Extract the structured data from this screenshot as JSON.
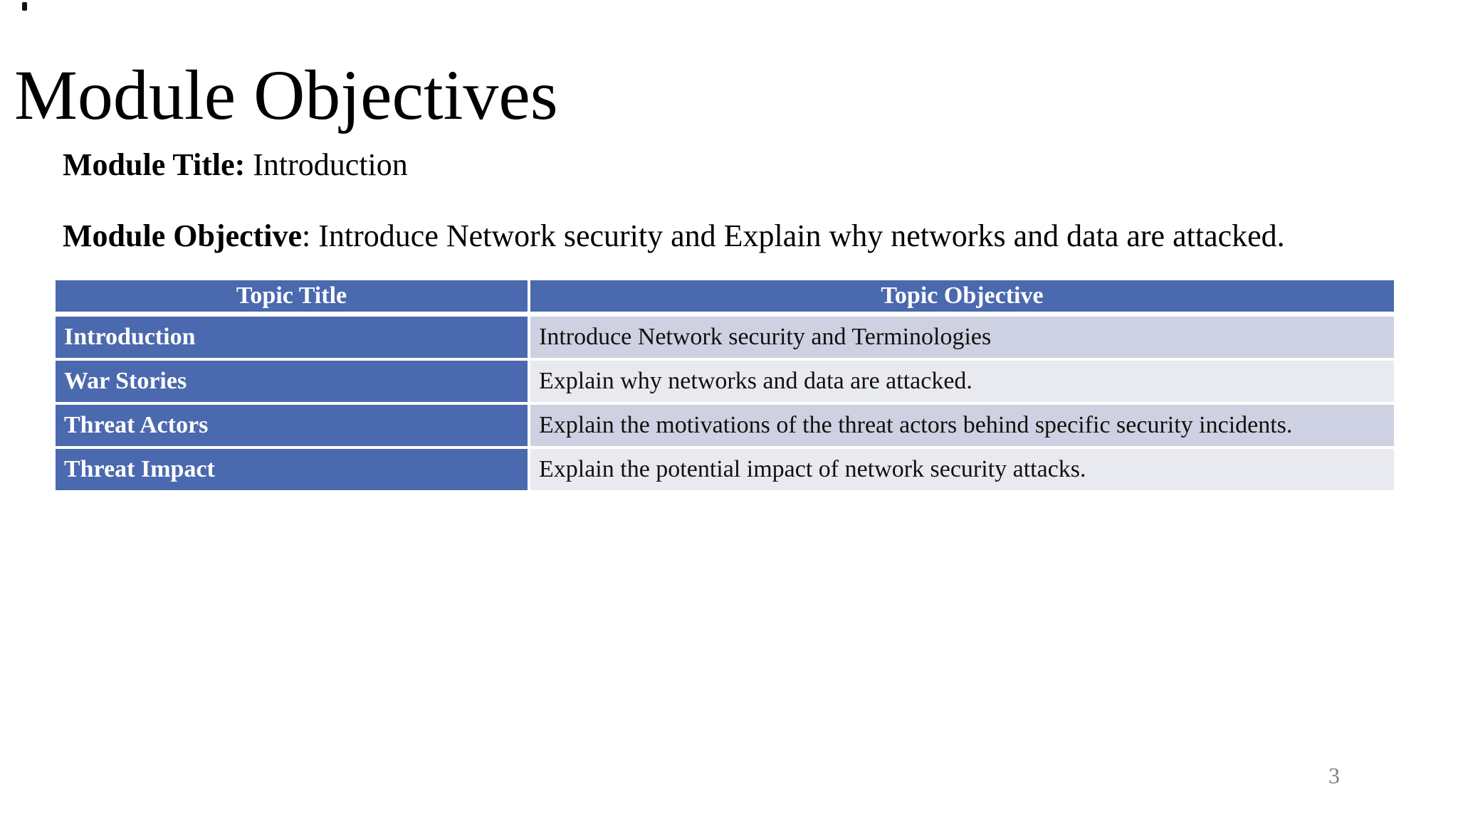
{
  "slide": {
    "title": "Module Objectives",
    "module_title": {
      "label": "Module Title:",
      "value": " Introduction"
    },
    "module_objective": {
      "label": "Module Objective",
      "value": ": Introduce Network security and Explain why networks and data are attacked."
    },
    "page_number": "3"
  },
  "table": {
    "headers": [
      "Topic Title",
      "Topic Objective"
    ],
    "rows": [
      {
        "title": "Introduction",
        "objective": "Introduce Network security and Terminologies"
      },
      {
        "title": "War Stories",
        "objective": "Explain why networks and data are attacked."
      },
      {
        "title": "Threat Actors",
        "objective": "Explain the motivations of the threat actors behind specific security incidents."
      },
      {
        "title": "Threat Impact",
        "objective": "Explain the potential impact of network security attacks."
      }
    ]
  },
  "colors": {
    "accent_blue": "#4a69ae",
    "band_odd": "#cdd1e1",
    "band_even": "#e8eaf0",
    "page_number_gray": "#808080",
    "text": "#000000",
    "background": "#ffffff"
  }
}
